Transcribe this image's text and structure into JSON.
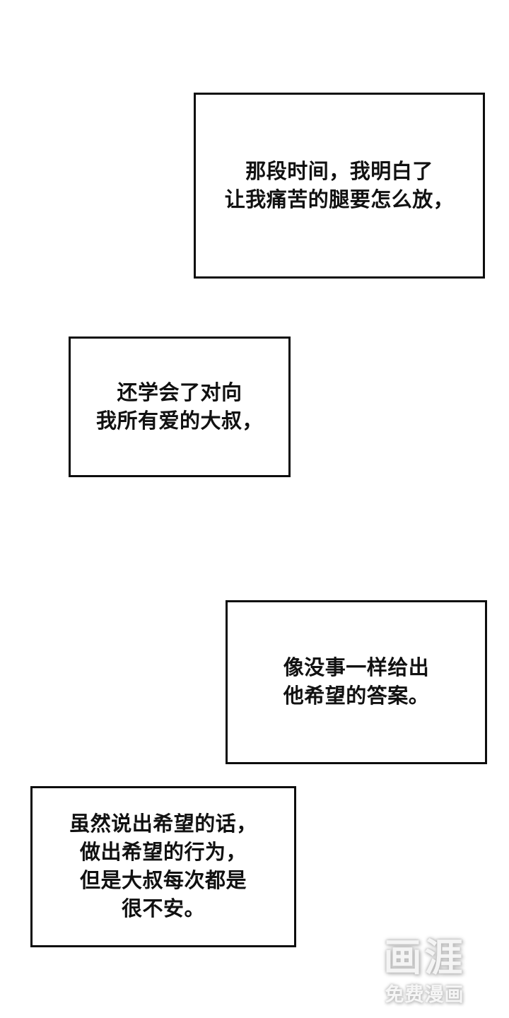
{
  "page": {
    "type": "webtoon-comic-page",
    "background_color": "#ffffff",
    "text_color": "#111111",
    "panel_border_color": "#0d0d0d"
  },
  "panels": [
    {
      "id": "narration-box-1",
      "lines": [
        "那段时间，我明白了",
        "让我痛苦的腿要怎么放，"
      ]
    },
    {
      "id": "narration-box-2",
      "lines": [
        "还学会了对向",
        "我所有爱的大叔，"
      ]
    },
    {
      "id": "narration-box-3",
      "lines": [
        "像没事一样给出",
        "他希望的答案。"
      ]
    },
    {
      "id": "narration-box-4",
      "lines": [
        "虽然说出希望的话，",
        "做出希望的行为，",
        "但是大叔每次都是",
        "很不安。"
      ]
    }
  ],
  "watermark": {
    "logo": "画涯",
    "subtitle": "免费漫画",
    "color": "#f4f4f4",
    "glow_color": "#bdbdbd"
  }
}
